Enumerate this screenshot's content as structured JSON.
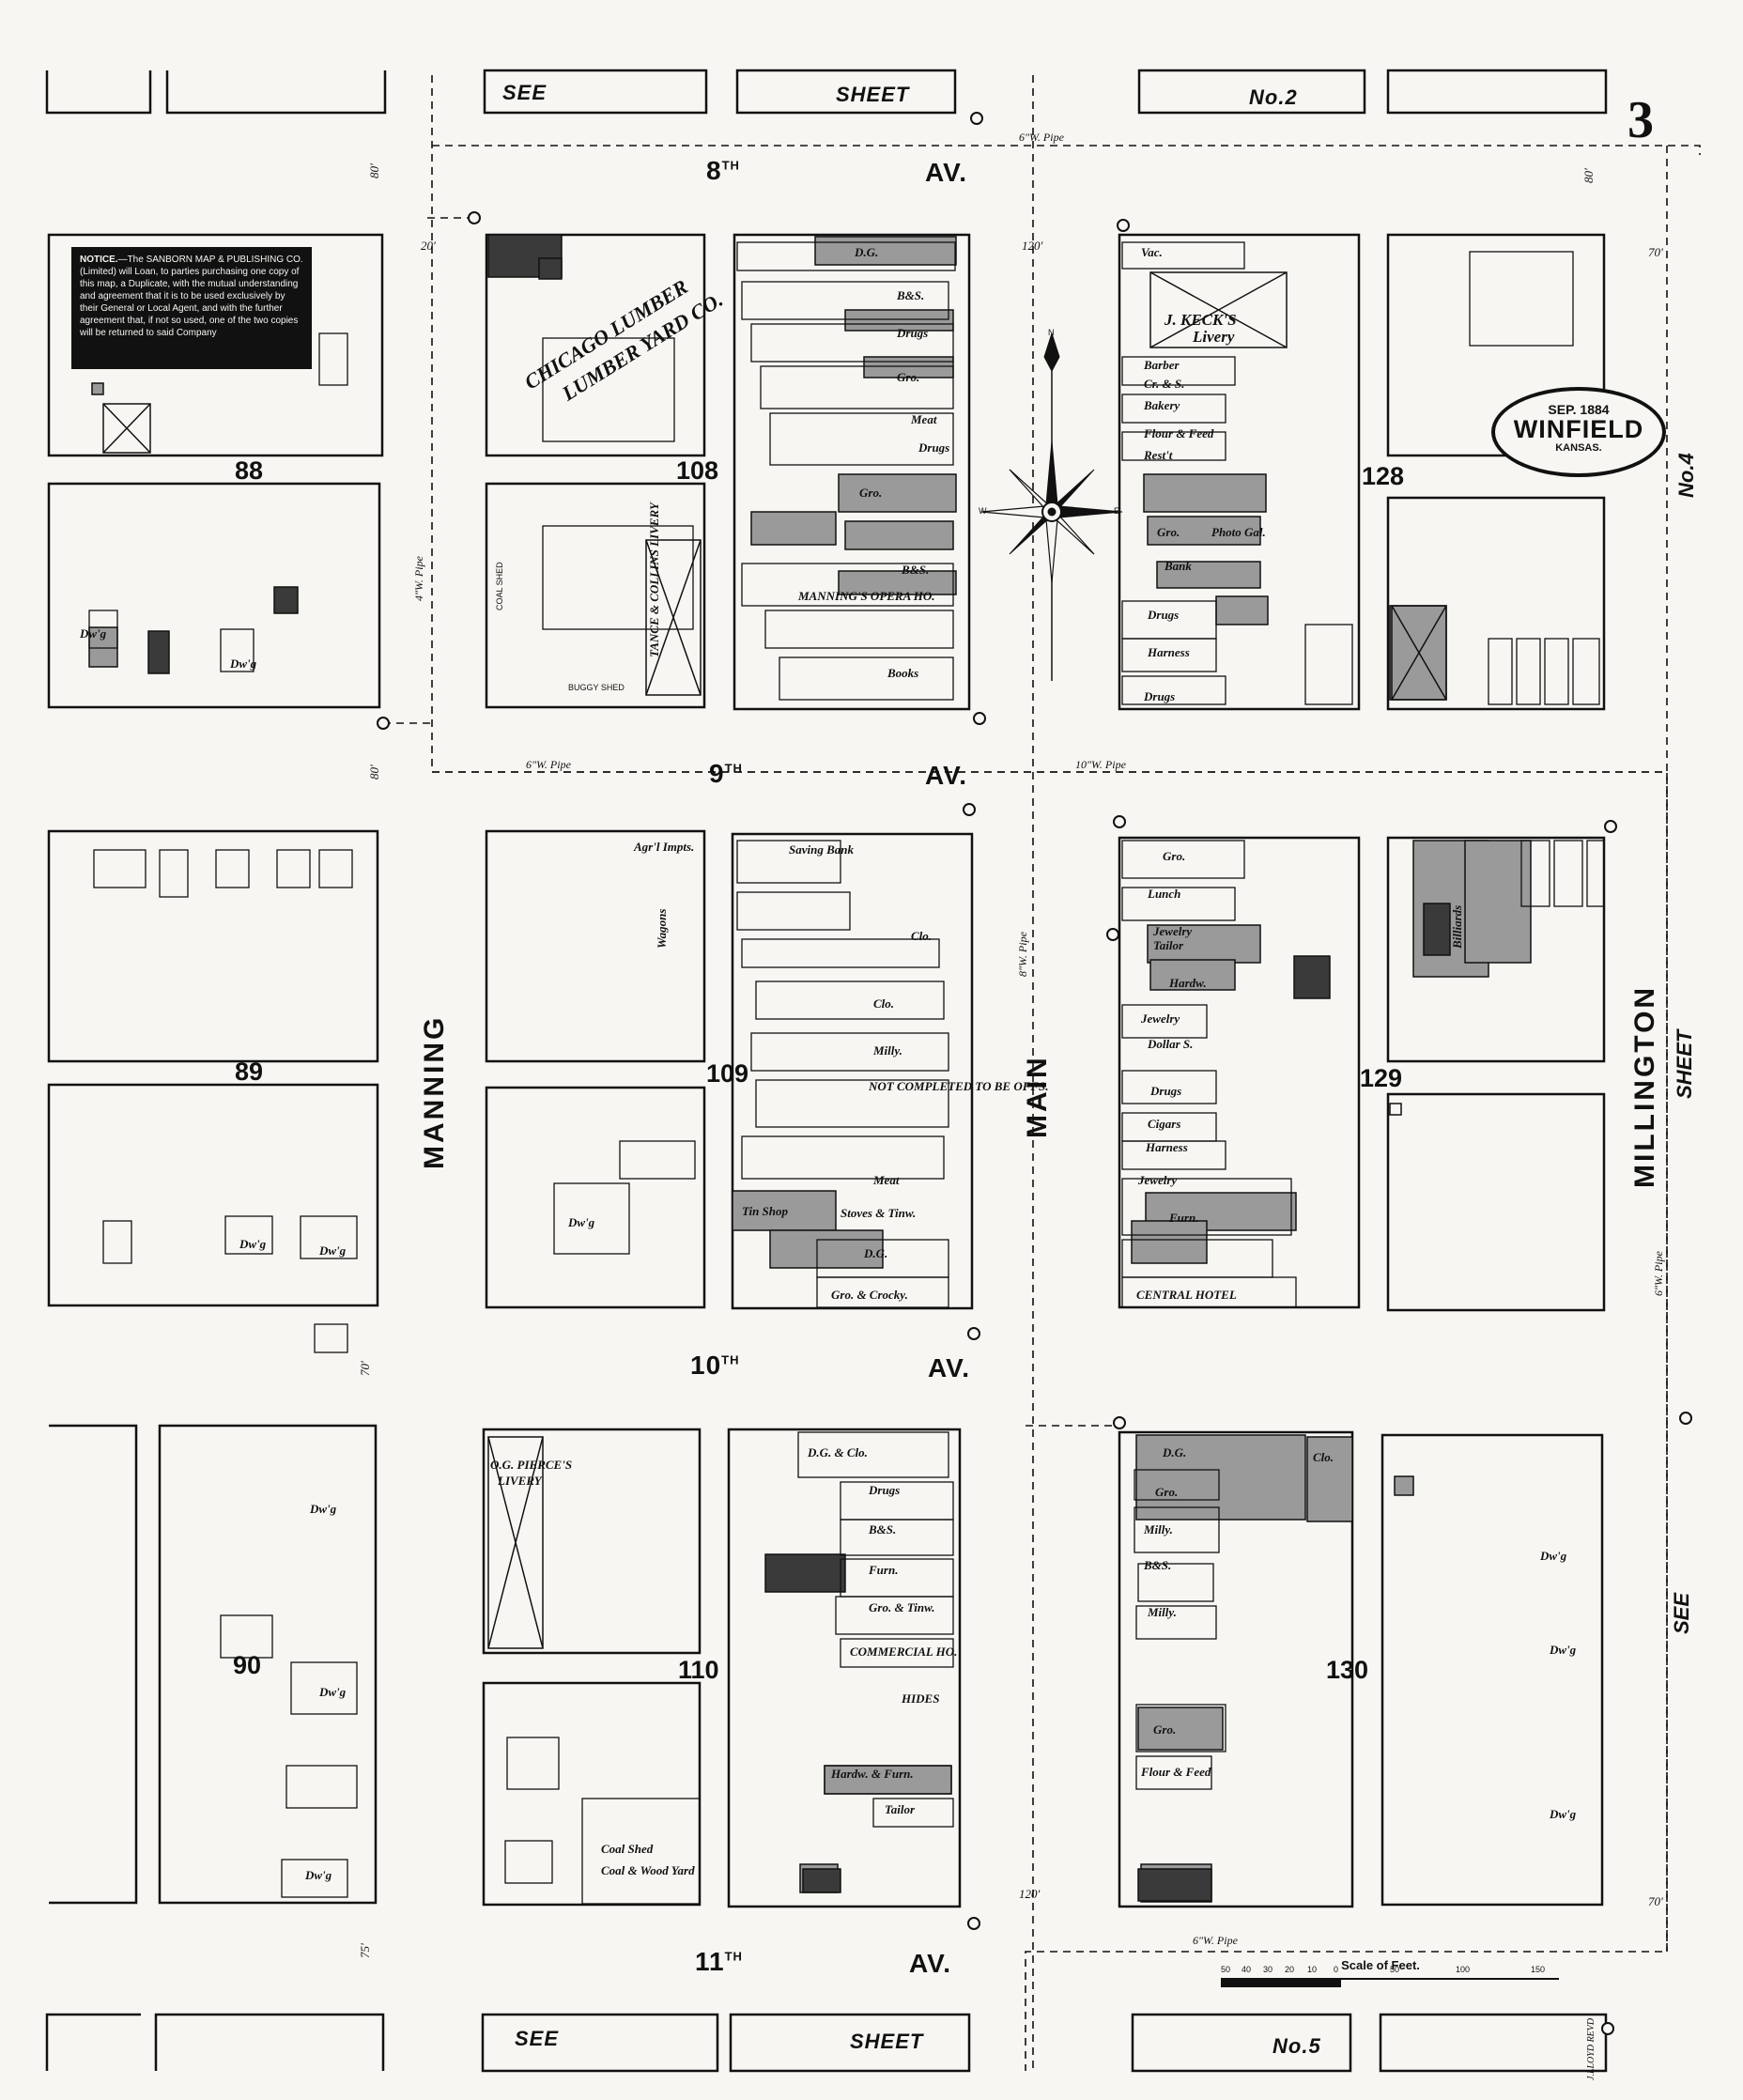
{
  "sheet": {
    "number": "3",
    "city": "WINFIELD",
    "state": "KANSAS.",
    "date": "SEP. 1884"
  },
  "notice": {
    "heading": "NOTICE.",
    "text": "—The SANBORN MAP & PUBLISHING CO. (Limited) will Loan, to parties purchasing one copy of this map, a Duplicate, with the mutual understanding and agreement that it is to be used exclusively by their General or Local Agent, and with the further agreement that, if not so used, one of the two copies will be returned to said Company"
  },
  "streets": {
    "av8": "8",
    "av9": "9",
    "av10": "10",
    "av11": "11",
    "th": "TH",
    "av": "AV.",
    "manning": "MANNING",
    "main": "MAIN",
    "millington": "MILLINGTON"
  },
  "see_sheets": {
    "top_see": "SEE",
    "top_sheet": "SHEET",
    "top_no": "No.2",
    "bottom_see": "SEE",
    "bottom_sheet": "SHEET",
    "bottom_no": "No.5",
    "right_no": "No.4",
    "right_sheet": "SHEET",
    "right_see": "SEE"
  },
  "blocks": [
    "88",
    "108",
    "128",
    "89",
    "109",
    "129",
    "90",
    "110",
    "130"
  ],
  "businesses": {
    "chicago_lumber": "CHICAGO LUMBER",
    "lumber_yard": "LUMBER YARD CO.",
    "kecks_livery": "J. KECK'S",
    "livery": "Livery",
    "pierce_livery": "O.G. PIERCE'S",
    "livery2": "LIVERY",
    "tance_livery": "TANCE & COLLINS LIVERY",
    "manning_opera": "MANNING'S OPERA HO.",
    "central_hotel": "CENTRAL HOTEL",
    "dg": "D.G.",
    "bs": "B&S.",
    "drugs": "Drugs",
    "gro": "Gro.",
    "meat": "Meat",
    "books": "Books",
    "barber": "Barber",
    "bakery": "Bakery",
    "flour_feed": "Flour & Feed",
    "restt": "Rest't",
    "bank": "Bank",
    "harness": "Harness",
    "jewelry": "Jewelry",
    "tailor": "Tailor",
    "hardw": "Hardw.",
    "dollar_s": "Dollar S.",
    "cigars": "Cigars",
    "furn": "Furn.",
    "lunch": "Lunch",
    "billiards": "Billiards",
    "saving_bank": "Saving Bank",
    "agrl_impts": "Agr'l Impts.",
    "wagons": "Wagons",
    "clo": "Clo.",
    "milly": "Milly.",
    "stoves_tinw": "Stoves & Tinw.",
    "dg_crocky": "Gro. & Crocky.",
    "tin_shop": "Tin Shop",
    "not_completed": "NOT COMPLETED TO BE OFFS.",
    "dg_clo": "D.G. & Clo.",
    "gro_tinw": "Gro. & Tinw.",
    "commercial_ho": "COMMERCIAL HO.",
    "hides": "HIDES",
    "hardw_furn": "Hardw. & Furn.",
    "coal_shed": "Coal Shed",
    "coal_wood": "Coal & Wood Yard",
    "drg": "Dw'g",
    "vac": "Vac.",
    "cr_sid": "Cr. & S.",
    "dg_gro": "D.G.",
    "photo": "Photo Gal.",
    "coal_shed_small": "COAL SHED",
    "bugg": "BUGGY SHED"
  },
  "pipes": {
    "p8": "6\"W. Pipe",
    "p9l": "6\"W. Pipe",
    "p9r": "10\"W. Pipe",
    "p11": "6\"W. Pipe",
    "pmain": "8\"W. Pipe",
    "pmanning": "4\"W. Pipe",
    "pmill": "6\"W. Pipe"
  },
  "dims": {
    "d80": "80'",
    "d70": "70'",
    "d75": "75'",
    "d120": "120'",
    "d20": "20'"
  },
  "scale": {
    "label": "Scale of Feet.",
    "ticks": [
      "50",
      "40",
      "30",
      "20",
      "10",
      "0",
      "50",
      "100",
      "150"
    ]
  },
  "compass": {
    "n": "N",
    "e": "E",
    "w": "W"
  },
  "signature": "J.LLOYD REVD",
  "colors": {
    "ink": "#111111",
    "paper": "#f7f6f2",
    "shade": "#9a9a9a",
    "dark": "#3a3a3a"
  }
}
